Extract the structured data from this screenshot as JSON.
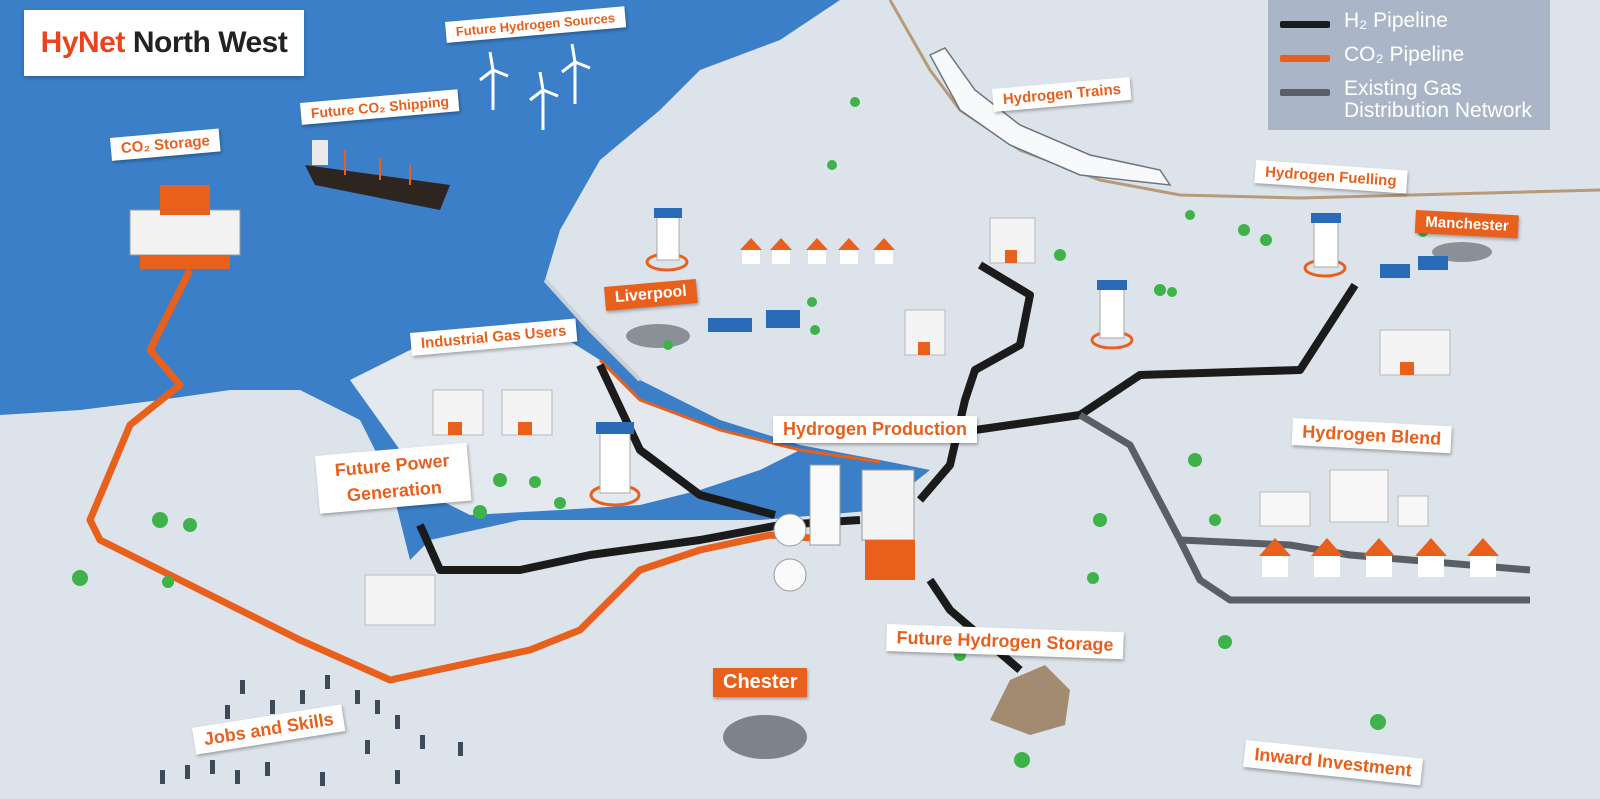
{
  "title": {
    "part1": "HyNet",
    "part2": "North West"
  },
  "legend": {
    "h2": "H₂ Pipeline",
    "co2": "CO₂ Pipeline",
    "gas": "Existing Gas Distribution Network"
  },
  "colors": {
    "sea": "#3a7fc8",
    "land": "#dde3ea",
    "h2_pipe": "#1b1b1b",
    "co2_pipe": "#e8601c",
    "gas_pipe": "#5a5f66",
    "accent": "#e8601c",
    "legend_bg": "#aab6c8"
  },
  "labels": {
    "future_hydrogen_sources": "Future Hydrogen Sources",
    "future_co2_shipping": "Future CO₂ Shipping",
    "co2_storage": "CO₂ Storage",
    "hydrogen_trains": "Hydrogen Trains",
    "hydrogen_fuelling": "Hydrogen Fuelling",
    "manchester": "Manchester",
    "liverpool": "Liverpool",
    "industrial_gas_users": "Industrial Gas Users",
    "hydrogen_production": "Hydrogen Production",
    "hydrogen_blend": "Hydrogen Blend",
    "future_power_generation": "Future Power Generation",
    "future_hydrogen_storage": "Future Hydrogen Storage",
    "chester": "Chester",
    "jobs_and_skills": "Jobs and Skills",
    "inward_investment": "Inward Investment"
  }
}
